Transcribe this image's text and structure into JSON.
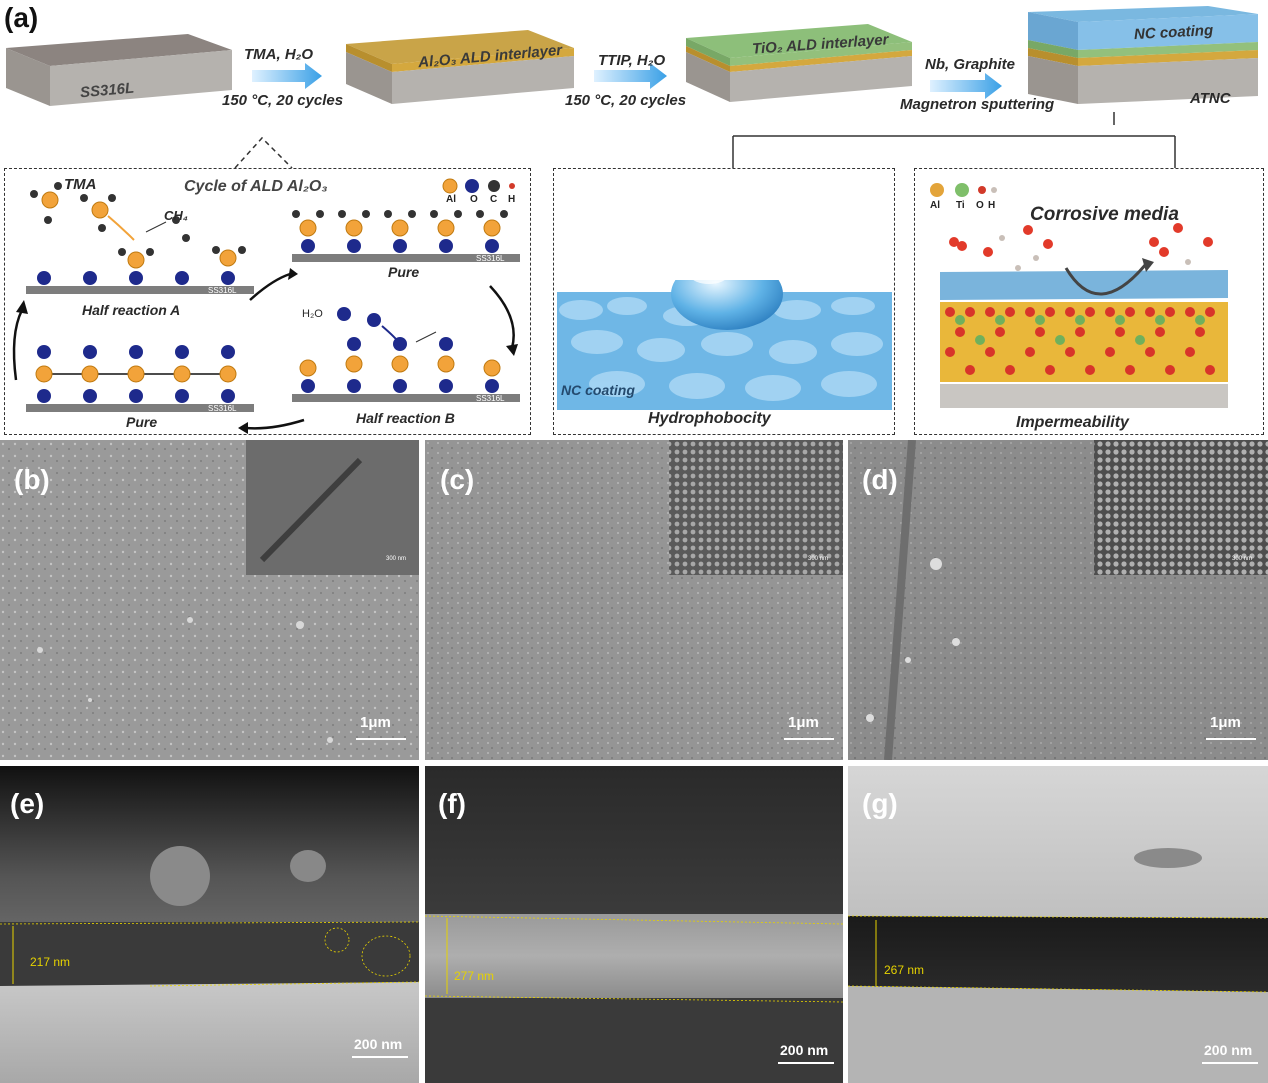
{
  "panels": {
    "a": "(a)",
    "b": "(b)",
    "c": "(c)",
    "d": "(d)",
    "e": "(e)",
    "f": "(f)",
    "g": "(g)"
  },
  "process": {
    "substrate": "SS316L",
    "step1_reagents": "TMA, H₂O",
    "step1_conditions": "150 °C, 20 cycles",
    "layer1": "Al₂O₃ ALD interlayer",
    "step2_reagents": "TTIP, H₂O",
    "step2_conditions": "150 °C, 20 cycles",
    "layer2": "TiO₂ ALD interlayer",
    "step3_reagents": "Nb, Graphite",
    "step3_method": "Magnetron sputtering",
    "layer3": "NC coating",
    "final_label": "ATNC"
  },
  "ald_cycle": {
    "title": "Cycle of ALD Al₂O₃",
    "tma": "TMA",
    "ch4": "CH₄",
    "h2o": "H₂O",
    "half_a": "Half reaction A",
    "half_b": "Half reaction B",
    "pure": "Pure",
    "ss_tag": "SS316L",
    "legend": [
      "Al",
      "O",
      "C",
      "H"
    ],
    "colors": {
      "al": "#f2a33a",
      "o": "#1e2a8c",
      "c": "#333333",
      "h": "#d23a2a"
    }
  },
  "hydro": {
    "coating_label": "NC coating",
    "caption": "Hydrophobocity"
  },
  "imperm": {
    "title": "Corrosive media",
    "legend": [
      "Al",
      "Ti",
      "O",
      "H"
    ],
    "caption": "Impermeability"
  },
  "sem_top": {
    "scale": "1μm",
    "inset_scale": "300 nm"
  },
  "sem_cross": {
    "scale": "200 nm",
    "e_thickness": "217 nm",
    "f_thickness": "277 nm",
    "g_thickness": "267 nm"
  }
}
